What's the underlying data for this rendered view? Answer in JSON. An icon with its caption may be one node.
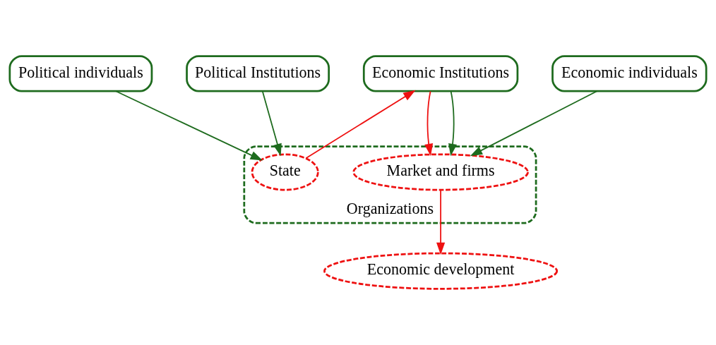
{
  "diagram": {
    "nodes": [
      {
        "text": [
          "Political individuals"
        ]
      },
      {
        "text": [
          "Economic individuals"
        ]
      },
      {
        "text": [
          "Political Institutions"
        ]
      },
      {
        "text": [
          "Economic Institutions"
        ]
      },
      {
        "text": [
          "Organizations"
        ]
      },
      {
        "text": [
          "State"
        ],
        "in": 4
      },
      {
        "text": [
          "Market and firms"
        ],
        "in": 4
      },
      {
        "text": [
          "Economic development"
        ]
      }
    ],
    "edges": [
      {
        "from": 0,
        "to": 5,
        "arrow": "to"
      },
      {
        "from": 1,
        "to": 6,
        "arrow": "to"
      },
      {
        "from": 2,
        "to": 5,
        "arrow": "to"
      },
      {
        "from": 5,
        "to": 3,
        "arrow": "to",
        "color": "#ee1111"
      },
      {
        "from": 3,
        "to": 6,
        "arrow": "to",
        "color": "#ee1111"
      },
      {
        "from": 3,
        "to": 6,
        "arrow": "to"
      },
      {
        "from": 6,
        "to": 7,
        "arrow": "to",
        "color": "#ee1111"
      }
    ]
  }
}
